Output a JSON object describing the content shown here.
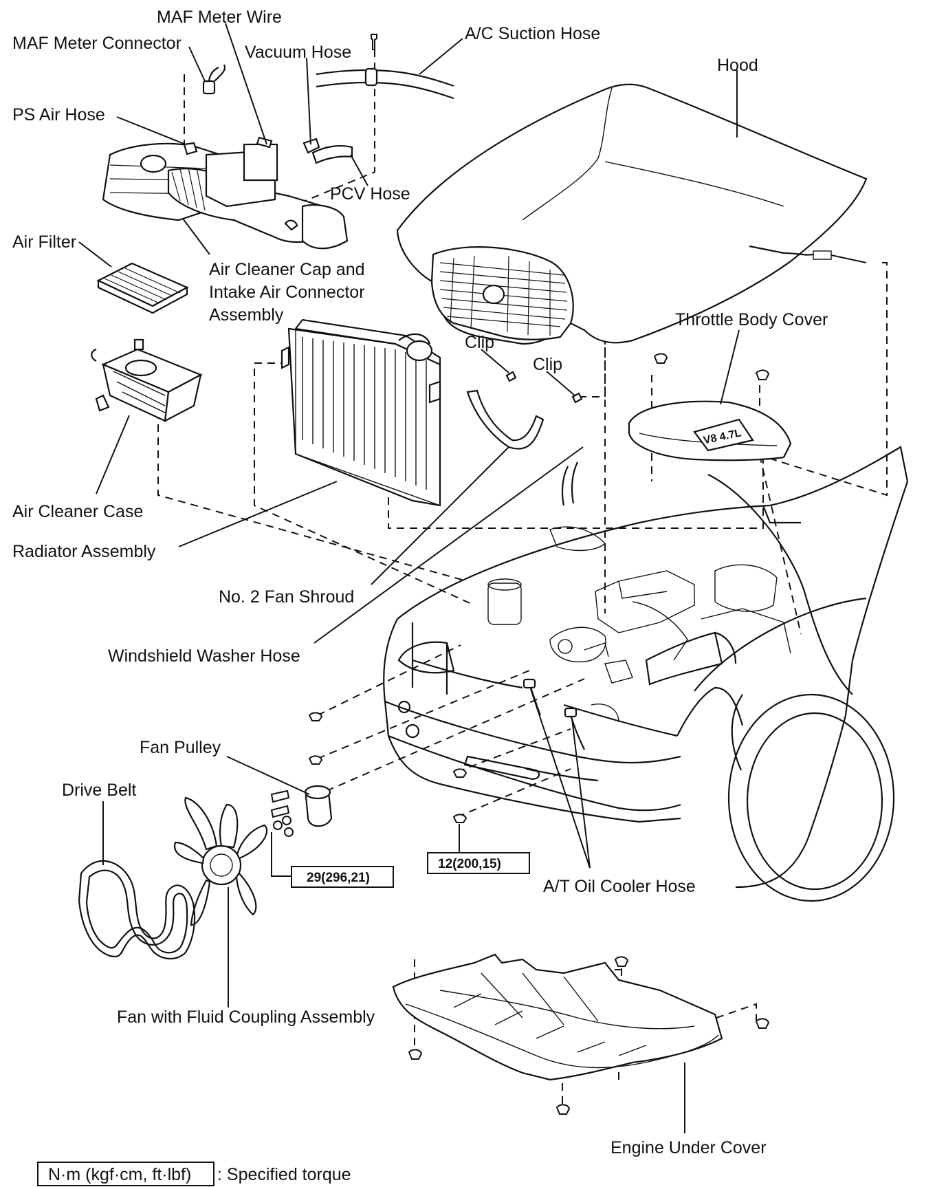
{
  "labels": {
    "maf_meter_wire": "MAF Meter Wire",
    "maf_meter_connector": "MAF Meter Connector",
    "vacuum_hose": "Vacuum Hose",
    "ac_suction_hose": "A/C Suction Hose",
    "hood": "Hood",
    "ps_air_hose": "PS Air Hose",
    "pcv_hose": "PCV Hose",
    "air_filter": "Air Filter",
    "air_cleaner_cap_line1": "Air Cleaner Cap and",
    "air_cleaner_cap_line2": "Intake Air Connector",
    "air_cleaner_cap_line3": "Assembly",
    "clip_1": "Clip",
    "clip_2": "Clip",
    "throttle_body_cover": "Throttle Body Cover",
    "air_cleaner_case": "Air Cleaner Case",
    "radiator_assembly": "Radiator Assembly",
    "no2_fan_shroud": "No. 2 Fan Shroud",
    "windshield_washer_hose": "Windshield Washer Hose",
    "fan_pulley": "Fan Pulley",
    "drive_belt": "Drive Belt",
    "at_oil_cooler_hose": "A/T Oil Cooler Hose",
    "fan_with_fluid_coupling": "Fan with Fluid Coupling Assembly",
    "engine_under_cover": "Engine Under Cover"
  },
  "torque_specs": {
    "fan_bolts": "29(296,21)",
    "under_cover_bolts": "12(200,15)"
  },
  "engine_badge": "V8 4.7L",
  "legend": {
    "units_box": "N·m (kgf·cm, ft·lbf)",
    "meaning": ": Specified torque"
  }
}
